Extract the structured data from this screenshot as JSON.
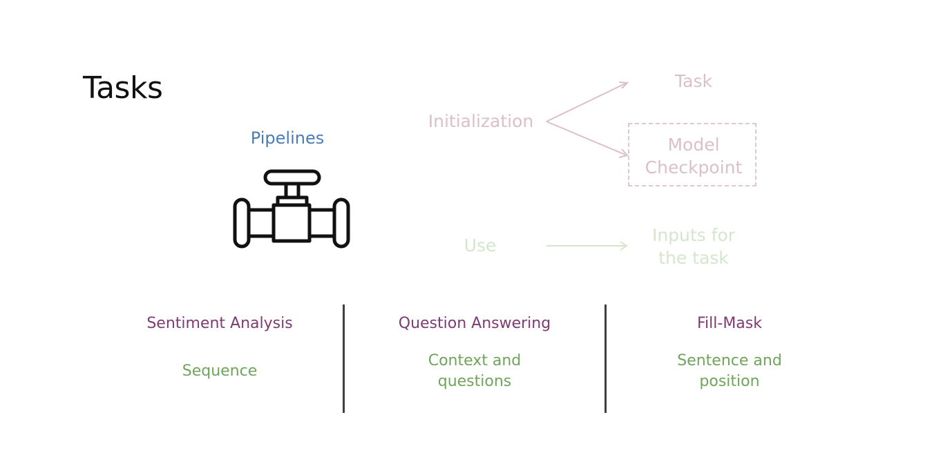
{
  "slide": {
    "title": "Tasks"
  },
  "pipelines": {
    "label": "Pipelines",
    "icon": "valve-icon"
  },
  "flow": {
    "initialization": "Initialization",
    "task": "Task",
    "model_checkpoint_line1": "Model",
    "model_checkpoint_line2": "Checkpoint",
    "use": "Use",
    "inputs_line1": "Inputs for",
    "inputs_line2": "the task"
  },
  "columns": [
    {
      "task": "Sentiment Analysis",
      "input_line1": "Sequence",
      "input_line2": ""
    },
    {
      "task": "Question Answering",
      "input_line1": "Context and",
      "input_line2": "questions"
    },
    {
      "task": "Fill-Mask",
      "input_line1": "Sentence and",
      "input_line2": "position"
    }
  ],
  "colors": {
    "title": "#111111",
    "pipelines_blue": "#4a7db7",
    "task_purple": "#7d3a73",
    "input_green": "#6ea55a",
    "faded_pink": "#dbbfca",
    "faded_green": "#d5e6cd",
    "divider": "#3f3f3f"
  }
}
